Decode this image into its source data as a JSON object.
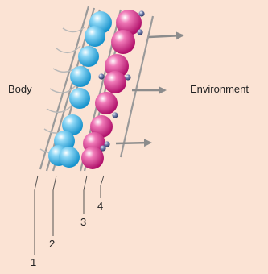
{
  "labels": {
    "left": "Body",
    "right": "Environment"
  },
  "callouts": [
    "1",
    "2",
    "3",
    "4"
  ],
  "colors": {
    "background": "#fbe3d4",
    "inner_sphere": "#2aa8e0",
    "outer_sphere": "#d0237d",
    "small_particle": "#4a5a8c",
    "arrow": "#8c8c8c",
    "frame": "#9a9a9a"
  }
}
